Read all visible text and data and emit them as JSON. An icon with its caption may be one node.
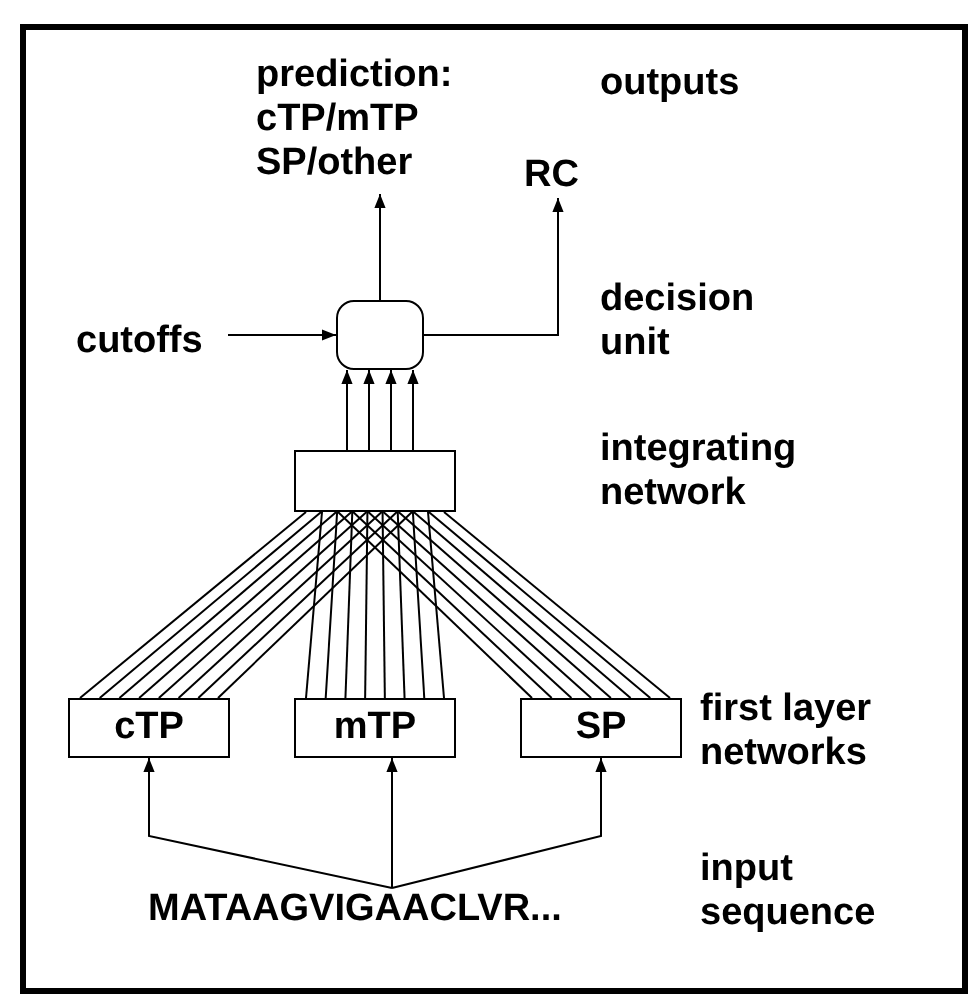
{
  "diagram": {
    "nodes": [
      {
        "text": [
          "prediction: cTP/mTP SP/other"
        ]
      },
      {
        "text": [
          "RC"
        ]
      },
      {
        "text": [
          "cutoffs"
        ]
      },
      {
        "text": [],
        "shape": "box"
      },
      {
        "text": [],
        "shape": "box"
      },
      {
        "text": [
          "cTP"
        ]
      },
      {
        "text": [
          "mTP"
        ]
      },
      {
        "text": [
          "SP"
        ]
      },
      {
        "text": [
          "MATAAGVIGAACLVR..."
        ]
      }
    ],
    "edges": [
      {
        "from": 3,
        "to": 0,
        "arrow": "to"
      },
      {
        "from": 3,
        "to": 1,
        "arrow": "to"
      },
      {
        "from": 2,
        "to": 3,
        "arrow": "to"
      },
      {
        "from": 4,
        "to": 3,
        "arrow": "to"
      },
      {
        "from": 4,
        "to": 3,
        "arrow": "to"
      },
      {
        "from": 4,
        "to": 3,
        "arrow": "to"
      },
      {
        "from": 4,
        "to": 3,
        "arrow": "to"
      },
      {
        "from": 5,
        "to": 4,
        "arrow": "none"
      },
      {
        "from": 5,
        "to": 4,
        "arrow": "none"
      },
      {
        "from": 5,
        "to": 4,
        "arrow": "none"
      },
      {
        "from": 5,
        "to": 4,
        "arrow": "none"
      },
      {
        "from": 5,
        "to": 4,
        "arrow": "none"
      },
      {
        "from": 5,
        "to": 4,
        "arrow": "none"
      },
      {
        "from": 5,
        "to": 4,
        "arrow": "none"
      },
      {
        "from": 5,
        "to": 4,
        "arrow": "none"
      },
      {
        "from": 6,
        "to": 4,
        "arrow": "none"
      },
      {
        "from": 6,
        "to": 4,
        "arrow": "none"
      },
      {
        "from": 6,
        "to": 4,
        "arrow": "none"
      },
      {
        "from": 6,
        "to": 4,
        "arrow": "none"
      },
      {
        "from": 6,
        "to": 4,
        "arrow": "none"
      },
      {
        "from": 6,
        "to": 4,
        "arrow": "none"
      },
      {
        "from": 6,
        "to": 4,
        "arrow": "none"
      },
      {
        "from": 6,
        "to": 4,
        "arrow": "none"
      },
      {
        "from": 7,
        "to": 4,
        "arrow": "none"
      },
      {
        "from": 7,
        "to": 4,
        "arrow": "none"
      },
      {
        "from": 7,
        "to": 4,
        "arrow": "none"
      },
      {
        "from": 7,
        "to": 4,
        "arrow": "none"
      },
      {
        "from": 7,
        "to": 4,
        "arrow": "none"
      },
      {
        "from": 7,
        "to": 4,
        "arrow": "none"
      },
      {
        "from": 7,
        "to": 4,
        "arrow": "none"
      },
      {
        "from": 7,
        "to": 4,
        "arrow": "none"
      },
      {
        "from": 8,
        "to": 5,
        "arrow": "to"
      },
      {
        "from": 8,
        "to": 6,
        "arrow": "to"
      },
      {
        "from": 8,
        "to": 7,
        "arrow": "to"
      }
    ],
    "labels": [
      "outputs",
      "decision unit",
      "integrating network",
      "first layer networks",
      "input sequence"
    ]
  }
}
